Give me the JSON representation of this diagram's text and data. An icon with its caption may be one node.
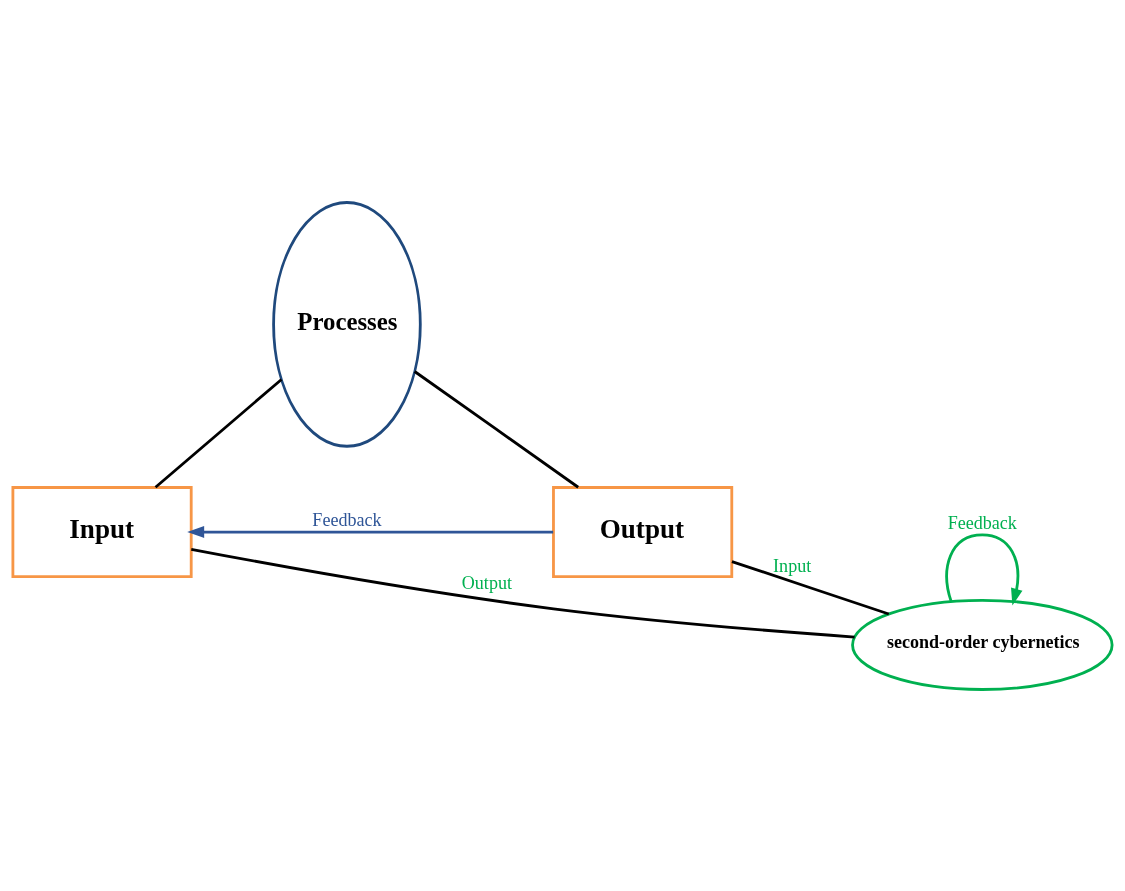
{
  "diagram": {
    "nodes": [
      {
        "text": [
          "Input"
        ]
      },
      {
        "text": [
          "Processes"
        ]
      },
      {
        "text": [
          "Output"
        ]
      },
      {
        "text": [
          "second-order cybernetics"
        ]
      }
    ],
    "edges": [
      {
        "from": 0,
        "to": 1,
        "arrow": "none"
      },
      {
        "from": 1,
        "to": 2,
        "arrow": "none"
      },
      {
        "from": 2,
        "to": 0,
        "arrow": "to",
        "label": "Feedback",
        "color": "#2f5597"
      },
      {
        "from": 2,
        "to": 3,
        "arrow": "none",
        "label": "Input"
      },
      {
        "from": 3,
        "to": 0,
        "arrow": "none",
        "label": "Output"
      },
      {
        "from": 3,
        "to": 3,
        "arrow": "to",
        "label": "Feedback",
        "color": "#00b050"
      }
    ]
  }
}
